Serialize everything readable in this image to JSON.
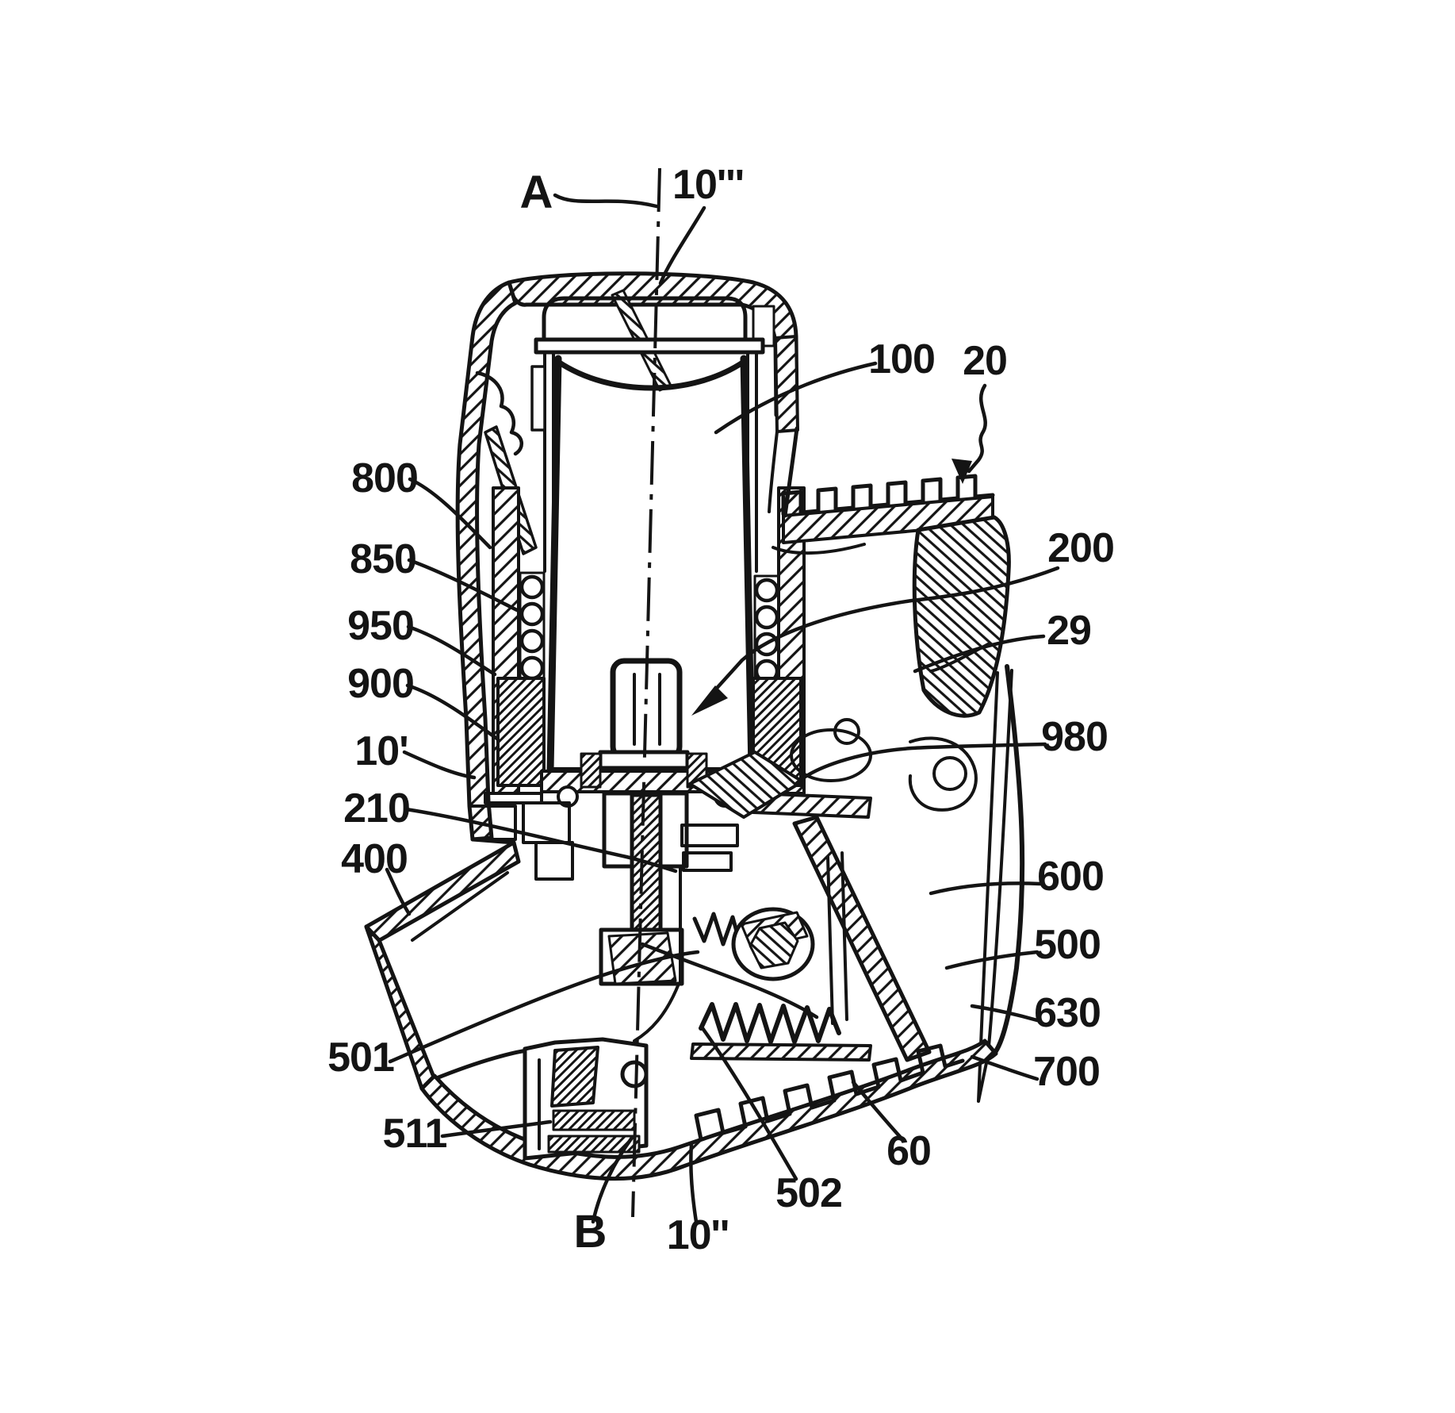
{
  "figure": {
    "kind": "patent cross-section drawing",
    "paper_color": "#ffffff",
    "ink_color": "#141414"
  },
  "labels": [
    {
      "id": "axis-a",
      "text": "A"
    },
    {
      "id": "ref-10-triple-prime",
      "text": "10'''"
    },
    {
      "id": "ref-100",
      "text": "100"
    },
    {
      "id": "ref-20",
      "text": "20"
    },
    {
      "id": "ref-200",
      "text": "200"
    },
    {
      "id": "ref-29",
      "text": "29"
    },
    {
      "id": "ref-980",
      "text": "980"
    },
    {
      "id": "ref-600",
      "text": "600"
    },
    {
      "id": "ref-500",
      "text": "500"
    },
    {
      "id": "ref-630",
      "text": "630"
    },
    {
      "id": "ref-700",
      "text": "700"
    },
    {
      "id": "ref-60",
      "text": "60"
    },
    {
      "id": "ref-502",
      "text": "502"
    },
    {
      "id": "ref-10-double-prime",
      "text": "10''"
    },
    {
      "id": "axis-b",
      "text": "B"
    },
    {
      "id": "ref-511",
      "text": "511"
    },
    {
      "id": "ref-501",
      "text": "501"
    },
    {
      "id": "ref-400",
      "text": "400"
    },
    {
      "id": "ref-210",
      "text": "210"
    },
    {
      "id": "ref-10-prime",
      "text": "10'"
    },
    {
      "id": "ref-900",
      "text": "900"
    },
    {
      "id": "ref-950",
      "text": "950"
    },
    {
      "id": "ref-850",
      "text": "850"
    },
    {
      "id": "ref-800",
      "text": "800"
    }
  ]
}
